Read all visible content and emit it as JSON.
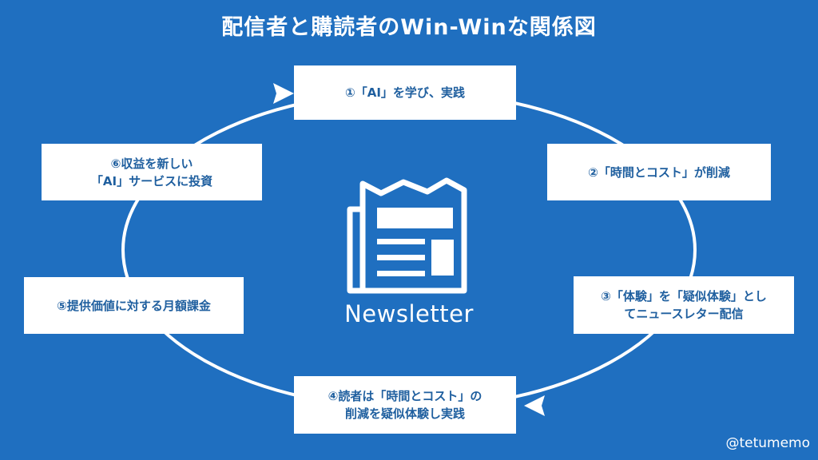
{
  "title": "配信者と購読者のWin-Winな関係図",
  "center": {
    "label": "Newsletter",
    "icon": "newspaper-icon"
  },
  "steps": [
    {
      "lines": [
        "①「AI」を学び、実践"
      ]
    },
    {
      "lines": [
        "②「時間とコスト」が削減"
      ]
    },
    {
      "lines": [
        "③「体験」を「疑似体験」とし",
        "てニュースレター配信"
      ]
    },
    {
      "lines": [
        "④読者は「時間とコスト」の",
        "削減を疑似体験し実践"
      ]
    },
    {
      "lines": [
        "⑤提供価値に対する月額課金"
      ]
    },
    {
      "lines": [
        "⑥収益を新しい",
        "「AI」サービスに投資"
      ]
    }
  ],
  "credit": "@tetumemo",
  "colors": {
    "background": "#1f6fc0",
    "box_text": "#1f5f9f",
    "foreground": "#ffffff"
  }
}
